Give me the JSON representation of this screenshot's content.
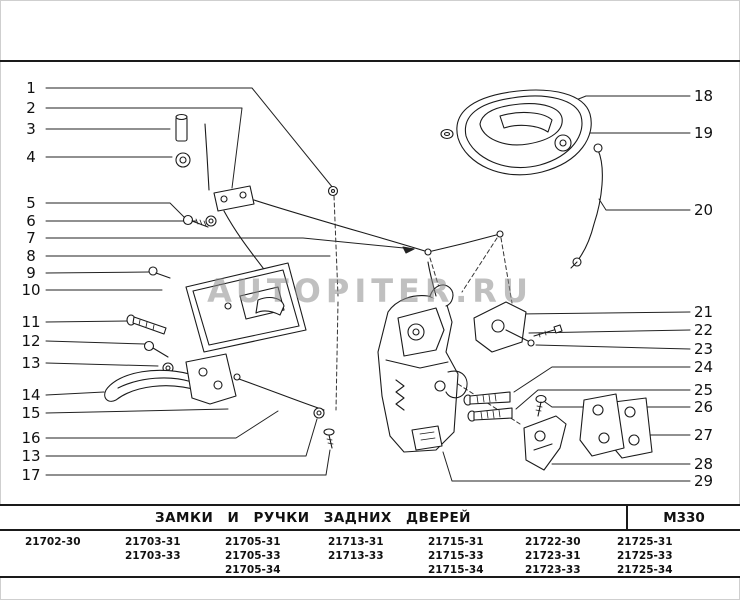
{
  "watermark": "AUTOPITER.RU",
  "diagram": {
    "callouts_left": [
      "1",
      "2",
      "3",
      "4",
      "5",
      "6",
      "7",
      "8",
      "9",
      "10",
      "11",
      "12",
      "13",
      "14",
      "15",
      "16",
      "13",
      "17"
    ],
    "callouts_right": [
      "18",
      "19",
      "20",
      "21",
      "22",
      "23",
      "24",
      "25",
      "26",
      "27",
      "28",
      "29"
    ]
  },
  "footer": {
    "title": "ЗАМКИ И РУЧКИ ЗАДНИХ ДВЕРЕЙ",
    "code": "М330",
    "columns": [
      [
        "21702-30"
      ],
      [
        "21703-31",
        "21703-33"
      ],
      [
        "21705-31",
        "21705-33",
        "21705-34"
      ],
      [
        "21713-31",
        "21713-33"
      ],
      [
        "21715-31",
        "21715-33",
        "21715-34"
      ],
      [
        "21722-30",
        "21723-31",
        "21723-33"
      ],
      [
        "21725-31",
        "21725-33",
        "21725-34"
      ]
    ]
  }
}
